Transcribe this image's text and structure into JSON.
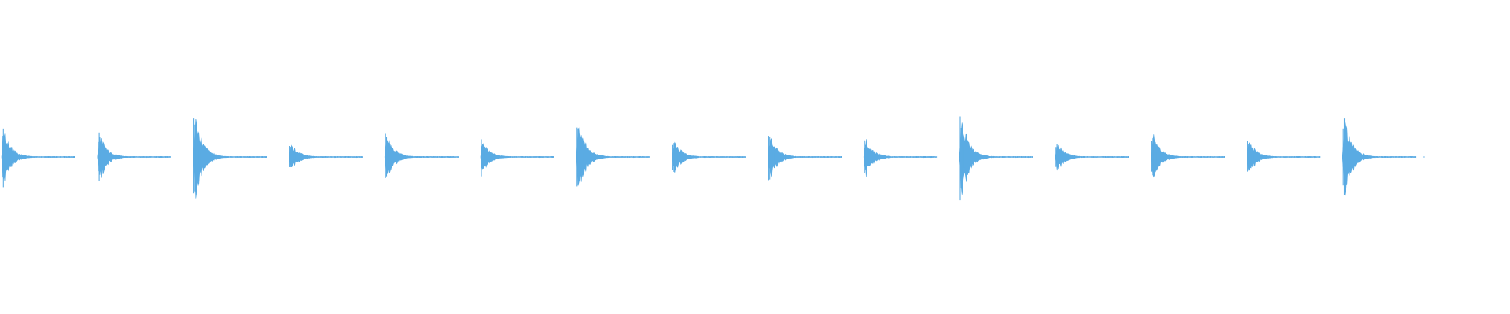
{
  "waveform": {
    "color": "#5aabe3",
    "event_count": 15,
    "events": [
      {
        "index": 1,
        "peak_level": 0.48
      },
      {
        "index": 2,
        "peak_level": 0.42
      },
      {
        "index": 3,
        "peak_level": 0.72
      },
      {
        "index": 4,
        "peak_level": 0.24
      },
      {
        "index": 5,
        "peak_level": 0.4
      },
      {
        "index": 6,
        "peak_level": 0.3
      },
      {
        "index": 7,
        "peak_level": 0.62
      },
      {
        "index": 8,
        "peak_level": 0.3
      },
      {
        "index": 9,
        "peak_level": 0.38
      },
      {
        "index": 10,
        "peak_level": 0.32
      },
      {
        "index": 11,
        "peak_level": 0.72
      },
      {
        "index": 12,
        "peak_level": 0.26
      },
      {
        "index": 13,
        "peak_level": 0.4
      },
      {
        "index": 14,
        "peak_level": 0.3
      },
      {
        "index": 15,
        "peak_level": 0.68
      }
    ]
  }
}
